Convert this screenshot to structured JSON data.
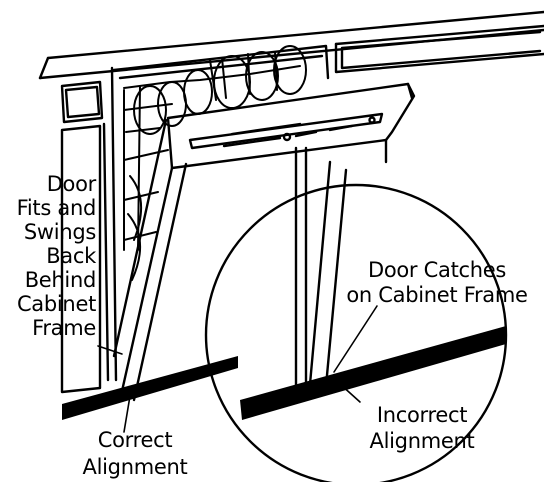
{
  "labels": {
    "door_fits": "Door\nFits and\nSwings\nBack\nBehind\nCabinet\nFrame",
    "correct_alignment": "Correct\nAlignment",
    "door_catches": "Door Catches\non Cabinet Frame",
    "incorrect_alignment": "Incorrect\nAlignment"
  },
  "colors": {
    "ink": "#000000",
    "paper": "#ffffff"
  }
}
